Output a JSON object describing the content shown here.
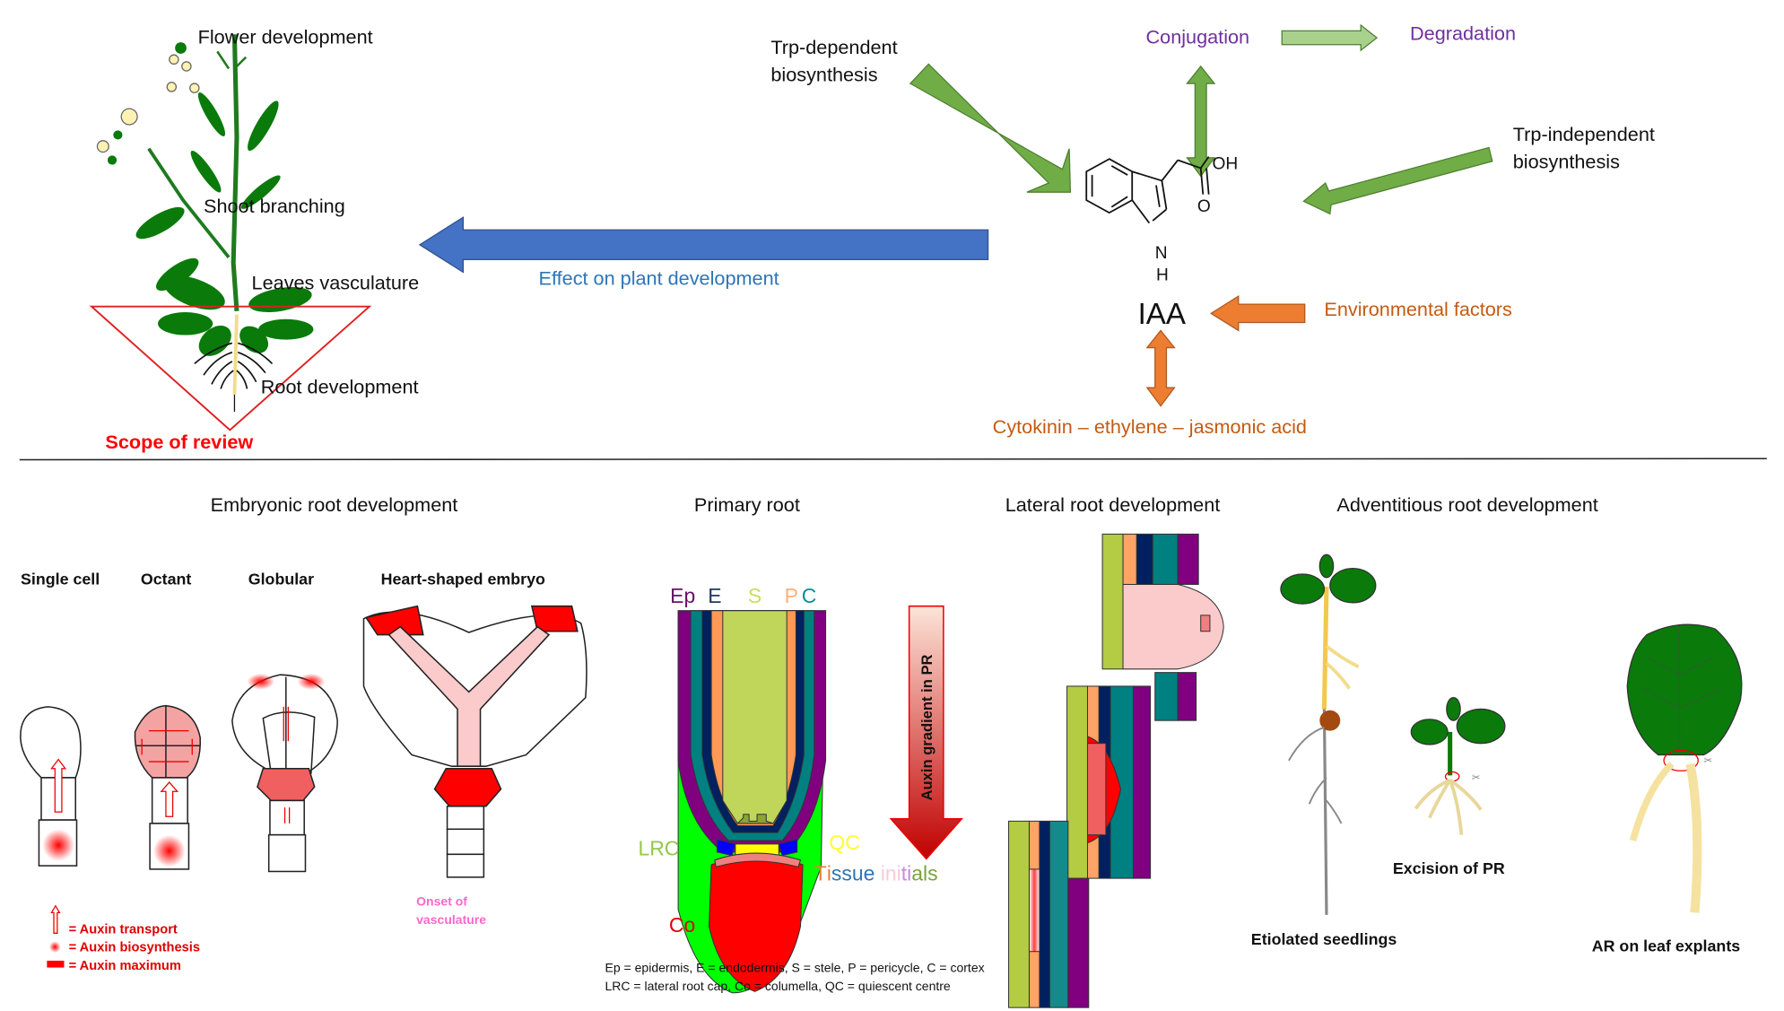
{
  "top": {
    "plant_labels": {
      "flower": "Flower development",
      "shoot": "Shoot branching",
      "leaves": "Leaves vasculature",
      "root": "Root development",
      "scope": "Scope of review"
    },
    "effect_label": "Effect on plant development",
    "trp_dependent": [
      "Trp-dependent",
      "biosynthesis"
    ],
    "trp_independent": [
      "Trp-independent",
      "biosynthesis"
    ],
    "conjugation": "Conjugation",
    "degradation": "Degradation",
    "molecule": {
      "oh": "OH",
      "o": "O",
      "n": "N",
      "h": "H",
      "name": "IAA"
    },
    "environmental": "Environmental factors",
    "hormones": "Cytokinin – ethylene – jasmonic acid"
  },
  "sections": {
    "embryonic": {
      "title": "Embryonic root development",
      "stages": [
        "Single cell",
        "Octant",
        "Globular",
        "Heart-shaped embryo"
      ],
      "onset": [
        "Onset of",
        "vasculature"
      ],
      "legend": [
        "= Auxin transport",
        "= Auxin biosynthesis",
        "= Auxin maximum"
      ]
    },
    "primary": {
      "title": "Primary root",
      "layers": {
        "ep": "Ep",
        "e": "E",
        "s": "S",
        "p": "P",
        "c": "C"
      },
      "lrc": "LRC",
      "qc": "QC",
      "co": "Co",
      "tissue_initials": [
        "T",
        "i",
        "s",
        "s",
        "u",
        "e",
        " ",
        "i",
        "n",
        "i",
        "t",
        "i",
        "a",
        "l",
        "s"
      ],
      "gradient": "Auxin gradient in PR",
      "notes": [
        "Ep = epidermis, E = endodermis, S = stele, P = pericycle, C = cortex",
        "LRC = lateral root cap, Co = columella, QC = quiescent centre"
      ]
    },
    "lateral": {
      "title": "Lateral root development"
    },
    "adventitious": {
      "title": "Adventitious root development",
      "captions": [
        "Etiolated seedlings",
        "Excision of PR",
        "AR on leaf explants"
      ]
    }
  },
  "colors": {
    "green_arrow": "#70ad47",
    "light_green_arrow": "#a9d18e",
    "blue_arrow": "#4472c4",
    "orange_arrow": "#ed7d31",
    "purple_text": "#7030a0",
    "orange_text": "#c55a11",
    "blue_text": "#2e75b6",
    "red": "#ff0000",
    "pink_text": "#ff66cc"
  }
}
